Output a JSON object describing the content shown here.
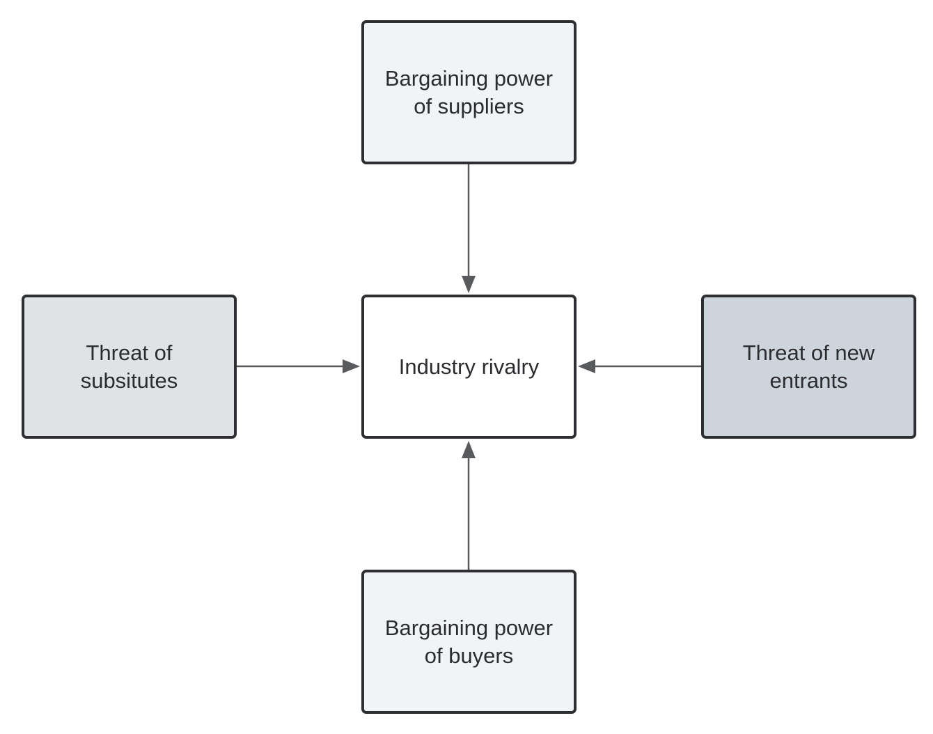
{
  "diagram": {
    "nodes": {
      "suppliers": {
        "label": "Bargaining power\nof suppliers",
        "fill": "#f2f3f5"
      },
      "rivalry": {
        "label": "Industry rivalry",
        "fill": "#ffffff"
      },
      "substitutes": {
        "label": "Threat of\nsubsitutes",
        "fill": "#e0e2e6"
      },
      "entrants": {
        "label": "Threat of new\nentrants",
        "fill": "#ced4db"
      },
      "buyers": {
        "label": "Bargaining power\nof buyers",
        "fill": "#f2f3f5"
      }
    },
    "edges": [
      {
        "from": "suppliers",
        "to": "rivalry"
      },
      {
        "from": "substitutes",
        "to": "rivalry"
      },
      {
        "from": "entrants",
        "to": "rivalry"
      },
      {
        "from": "buyers",
        "to": "rivalry"
      }
    ],
    "colors": {
      "border": "#2e2f33",
      "arrow": "#595a5e",
      "text": "#2b2c30"
    }
  }
}
